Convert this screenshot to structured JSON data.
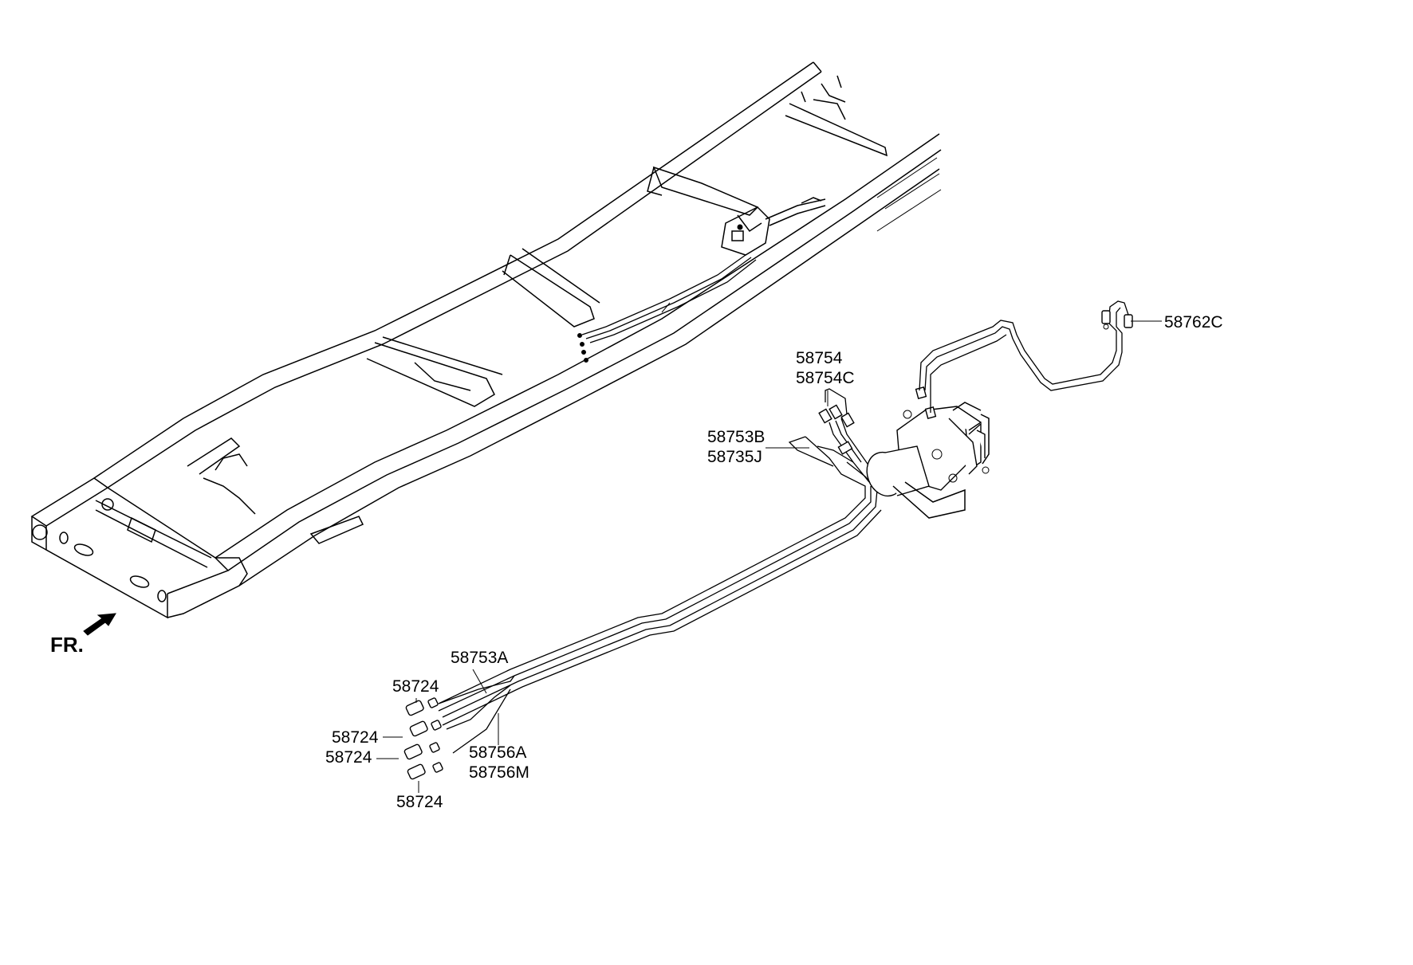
{
  "labels": {
    "p58762C": "58762C",
    "p58754": "58754",
    "p58754C": "58754C",
    "p58753B": "58753B",
    "p58735J": "58735J",
    "p58753A": "58753A",
    "p58724_a": "58724",
    "p58724_b": "58724",
    "p58724_c": "58724",
    "p58724_d": "58724",
    "p58756A": "58756A",
    "p58756M": "58756M"
  },
  "orientation": {
    "front_label": "FR."
  }
}
